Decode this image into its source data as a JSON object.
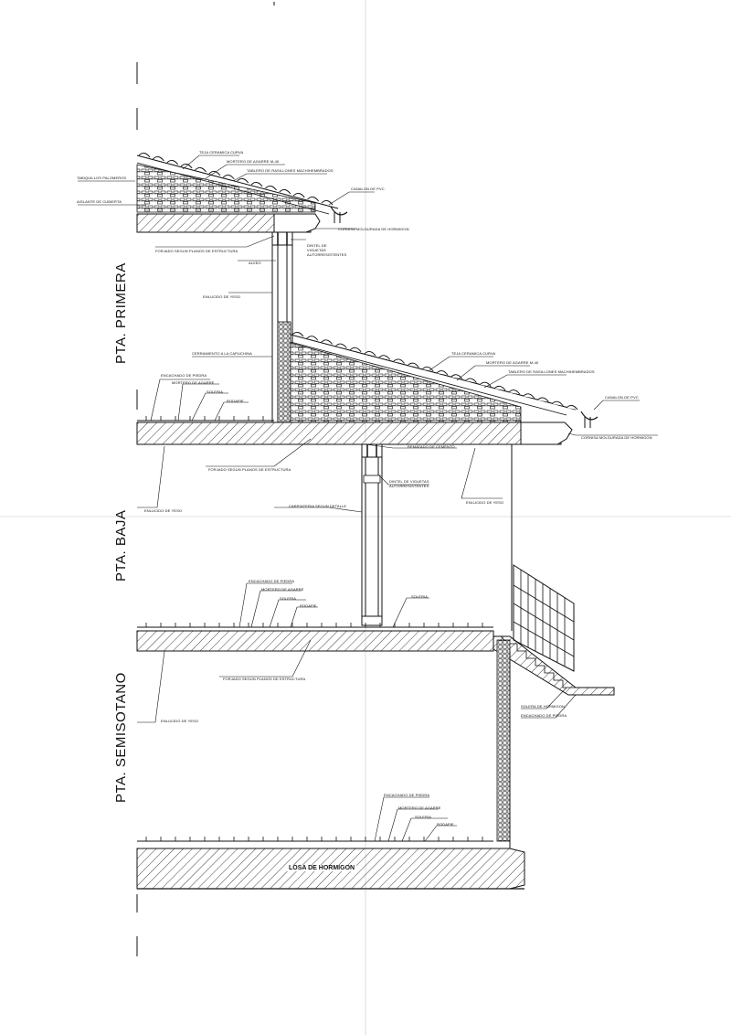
{
  "floors": {
    "primera": "PTA. PRIMERA",
    "baja": "PTA. BAJA",
    "semisotano": "PTA. SEMISOTANO"
  },
  "labels": {
    "teja_upper": "TEJA CERAMICA CURVA",
    "mortero_upper": "MORTERO DE AGARRE M-40",
    "tablero_upper": "TABLERO DE RASILLONES MACHIHEMBRADOS",
    "tabiquillos": "TABIQUILLOS PALOMEROS",
    "aislante": "AISLANTE DE CUBIERTA",
    "canalon_upper": "CANALON DE PVC",
    "cornisa_upper": "CORNISA MOLDURADA DE HORMIGON",
    "forjado_primera": "FORJADO SEGUN PLANOS DE ESTRUCTURA",
    "dintel_primera": "DINTEL DE VIGUETAS AUTORRESISTENTES",
    "alveo": "ALVEO",
    "enlucido_primera": "ENLUCIDO DE YESO",
    "cerramiento": "CERRAMIENTO A LA CAPUCHINA",
    "teja_lower": "TEJA CERAMICA CURVA",
    "mortero_lower": "MORTERO DE AGARRE M-40",
    "tablero_lower": "TABLERO DE RASILLONES MACHIHEMBRADOS",
    "canalon_lower": "CANALON DE PVC",
    "cornisa_lower": "CORNISA MOLDURADA DE HORMIGON",
    "encachado_primera": "ENCACHADO DE PIEDRA",
    "mortero_primera": "MORTERO DE AGARRE",
    "soleria_primera": "SOLERIA",
    "rodapie_primera": "RODAPIE",
    "forjado_baja": "FORJADO SEGUN PLANOS DE ESTRUCTURA",
    "remate_cerrado": "REMATADO DE CEMENTO",
    "enlucido_baja_left": "ENLUCIDO DE YESO",
    "dintel_baja": "DINTEL DE VIGUETAS AUTORRESISTENTES",
    "carpinteria": "CARPINTERIA SEGUN DETALLE",
    "enlucido_baja_right": "ENLUCIDO DE YESO",
    "encachado_baja": "ENCACHADO DE PIEDRA",
    "mortero_baja": "MORTERO DE AGARRE",
    "soleria_baja": "SOLERIA",
    "rodapie_baja": "RODAPIE",
    "soleria_ext": "SOLERIA",
    "forjado_semi": "FORJADO SEGUN PLANOS DE ESTRUCTURA",
    "enlucido_semi": "ENLUCIDO DE YESO",
    "soleria_hormigon": "SOLERA DE HORMIGON",
    "encachado_piedra_ext": "ENCACHADO DE PIEDRA",
    "encachado_semi": "ENCACHADO DE PIEDRA",
    "mortero_semi": "MORTERO DE AGARRE",
    "soleria_semi": "SOLERIA",
    "rodapie_semi": "RODAPIE",
    "losa": "LOSA DE HORMIGON"
  },
  "colors": {
    "ink": "#111111",
    "paper": "#ffffff"
  }
}
